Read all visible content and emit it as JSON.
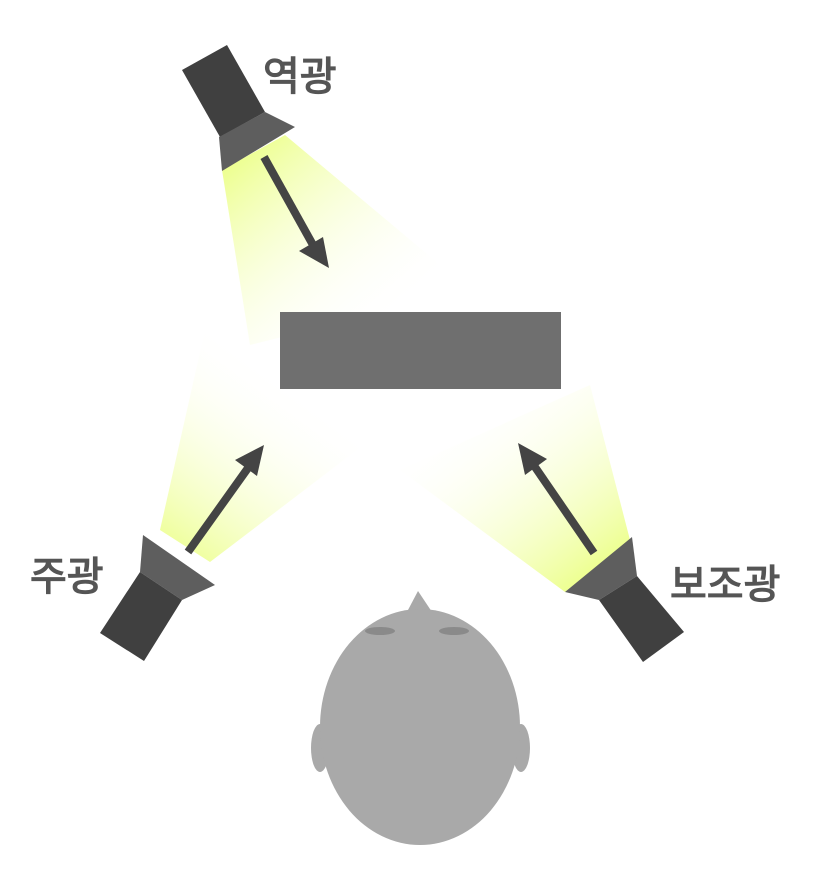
{
  "labels": {
    "back_light": "역광",
    "key_light": "주광",
    "fill_light": "보조광"
  },
  "colors": {
    "light_beam": "#f2ffa0",
    "lamp_body": "#404040",
    "lamp_barrel": "#5e5e5e",
    "arrow": "#444444",
    "subject_bar": "#6f6f6f",
    "head": "#a9a9a9",
    "eye": "#8a8a8a",
    "label_text": "#555555",
    "background": "#ffffff"
  },
  "icons": {
    "lamp": "spotlight-icon",
    "subject": "rectangle-subject",
    "viewer": "head-top-view"
  }
}
